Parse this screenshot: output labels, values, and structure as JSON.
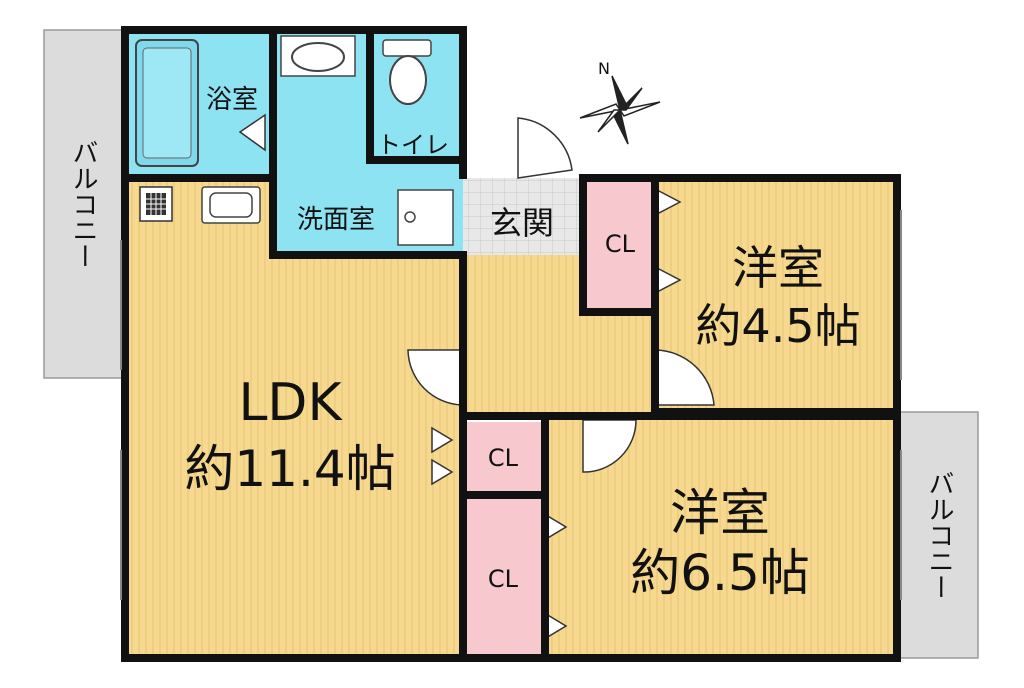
{
  "compass": {
    "north_label": "N"
  },
  "rooms": {
    "ldk": {
      "name": "LDK",
      "size": "約11.4帖"
    },
    "western_room_small": {
      "name": "洋室",
      "size": "約4.5帖"
    },
    "western_room_large": {
      "name": "洋室",
      "size": "約6.5帖"
    },
    "bathroom": {
      "name": "浴室"
    },
    "toilet": {
      "name": "トイレ"
    },
    "washroom": {
      "name": "洗面室"
    },
    "entrance": {
      "name": "玄関"
    },
    "closet_top": {
      "name": "CL"
    },
    "closet_mid": {
      "name": "CL"
    },
    "closet_bottom": {
      "name": "CL"
    },
    "balcony_left": {
      "name": "バルコニー"
    },
    "balcony_right": {
      "name": "バルコニー"
    }
  },
  "colors": {
    "floor_wood": "#F6D98F",
    "floor_wood_line": "#E9C775",
    "wet_area": "#8EE3F2",
    "closet": "#F7C9CF",
    "balcony": "#DCDCDC",
    "wall": "#111111",
    "entrance_floor": "#E6E6E6"
  }
}
